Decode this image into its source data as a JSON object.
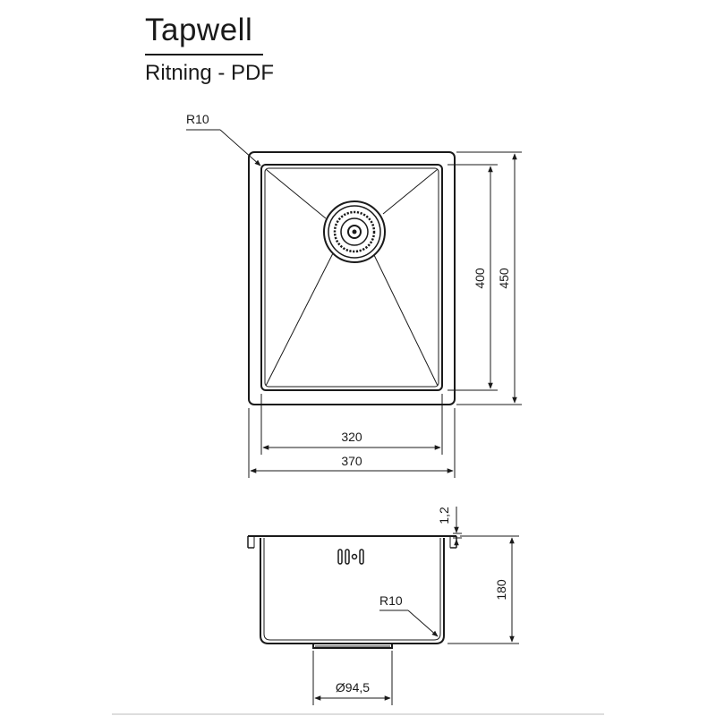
{
  "header": {
    "brand": "Tapwell",
    "subtitle": "Ritning - PDF"
  },
  "top_view": {
    "corner_radius_label": "R10",
    "inner_width_label": "320",
    "outer_width_label": "370",
    "inner_length_label": "400",
    "outer_length_label": "450"
  },
  "side_view": {
    "thickness_label": "1,2",
    "depth_label": "180",
    "inner_radius_label": "R10",
    "drain_diameter_label": "Ø94,5"
  },
  "colors": {
    "line": "#1a1a1a",
    "background": "#ffffff"
  }
}
